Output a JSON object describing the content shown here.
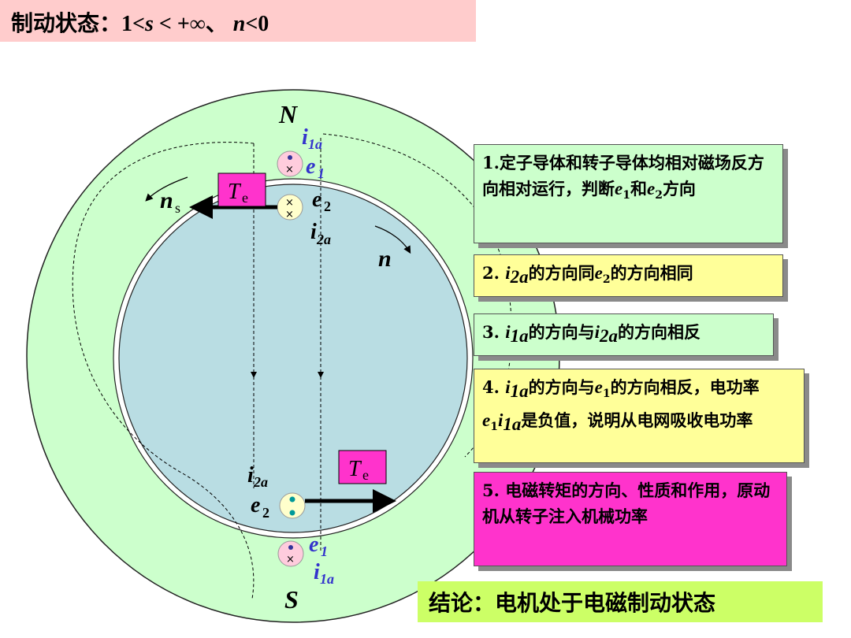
{
  "title": {
    "prefix": "制动状态：",
    "condition": "1<s < +∞、 n<0"
  },
  "diagram": {
    "pole_top": "N",
    "pole_bottom": "S",
    "ns_label": "n",
    "ns_sub": "s",
    "n_label": "n",
    "te_label": "T",
    "te_sub": "e",
    "i1a_top": "i",
    "i1a_sub": "1a",
    "e1_top": "e",
    "e1_sub": "1",
    "e2_top": "e",
    "e2_sub": "2",
    "i2a_top": "i",
    "i2a_sub": "2a",
    "i2a_bottom": "i",
    "e2_bottom": "e",
    "e1_bottom": "e",
    "i1a_bottom": "i",
    "dot_symbol": "•",
    "cross_symbol": "×",
    "colors": {
      "stator": "#ccffcc",
      "rotor": "#b9dde3",
      "te_box": "#ff33cc",
      "label_blue": "#3333cc"
    }
  },
  "notes": [
    {
      "id": 1,
      "text": "1.定子导体和转子导体均相对磁场反方向相对运行，判断e1和e2方向"
    },
    {
      "id": 2,
      "text": "2. i2a的方向同e2的方向相同"
    },
    {
      "id": 3,
      "text": "3. i1a的方向与i2a的方向相反"
    },
    {
      "id": 4,
      "text": "4. i1a的方向与e1的方向相反，电功率e1i1a是负值，说明从电网吸收电功率"
    },
    {
      "id": 5,
      "text": "5. 电磁转矩的方向、性质和作用，原动机从转子注入机械功率"
    }
  ],
  "conclusion": "结论：电机处于电磁制动状态"
}
